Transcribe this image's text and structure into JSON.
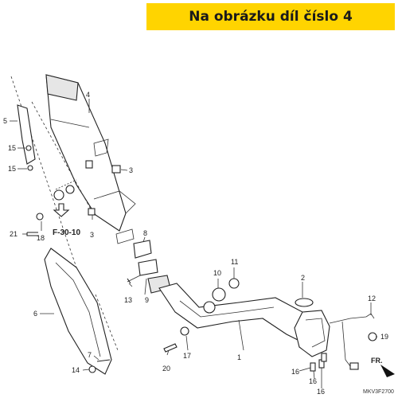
{
  "banner": {
    "text": "Na obrázku díl číslo 4",
    "color": "#ffd400"
  },
  "diagram": {
    "code": "MKV3F2700",
    "arrow_label": "FR.",
    "section_ref": "F-30-10",
    "callouts": {
      "c1": "1",
      "c2": "2",
      "c3a": "3",
      "c3b": "3",
      "c4": "4",
      "c5": "5",
      "c6": "6",
      "c7": "7",
      "c8": "8",
      "c9": "9",
      "c10": "10",
      "c11": "11",
      "c12": "12",
      "c13": "13",
      "c14": "14",
      "c15a": "15",
      "c15b": "15",
      "c16a": "16",
      "c16b": "16",
      "c16c": "16",
      "c17": "17",
      "c18": "18",
      "c19": "19",
      "c20": "20",
      "c21": "21"
    }
  }
}
